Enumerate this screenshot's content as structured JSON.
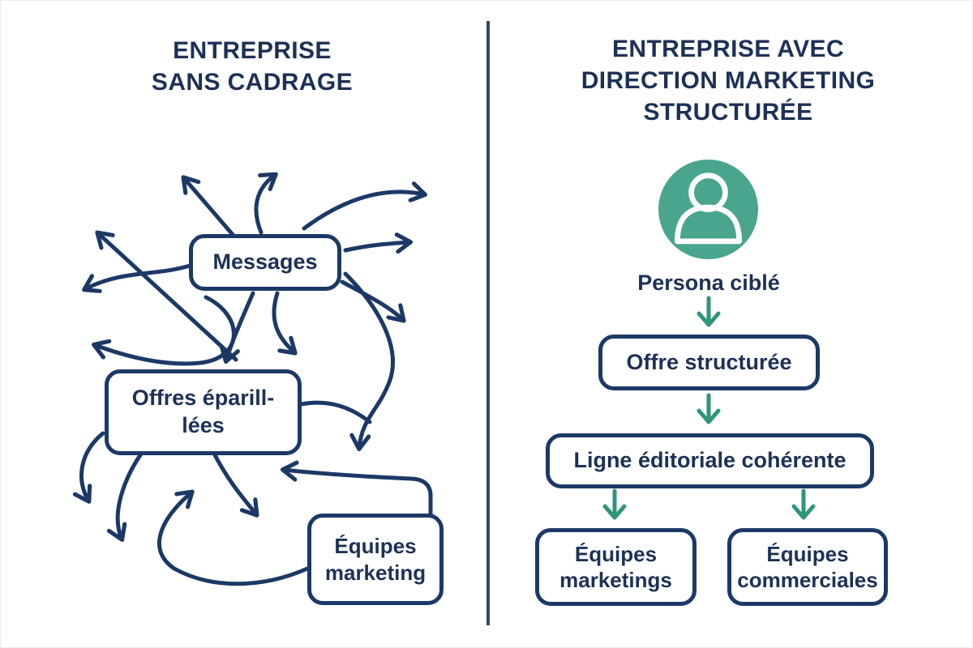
{
  "left_panel": {
    "title": "ENTREPRISE\nSANS CADRAGE",
    "boxes": {
      "messages": "Messages",
      "offres": "Offres éparill-\nlées",
      "equipes_marketing": "Équipes\nmarketing"
    }
  },
  "right_panel": {
    "title": "ENTREPRISE AVEC\nDIRECTION MARKETING\nSTRUCTURÉE",
    "persona_label": "Persona ciblé",
    "boxes": {
      "offre_structuree": "Offre structurée",
      "ligne_editoriale": "Ligne éditoriale cohérente",
      "equipes_marketings": "Équipes\nmarketings",
      "equipes_commerciales": "Équipes\ncommerciales"
    }
  },
  "icons": {
    "persona": "person-icon",
    "flow": "down-arrow-icon",
    "chaos": "chaotic-arrows-graphic"
  },
  "colors": {
    "navy_stroke": "#1c3966",
    "navy_text": "#1d3156",
    "green_arrow": "#2f957c",
    "teal_circle": "#4aa58e",
    "divider": "#2c4b60",
    "background": "#ffffff"
  }
}
